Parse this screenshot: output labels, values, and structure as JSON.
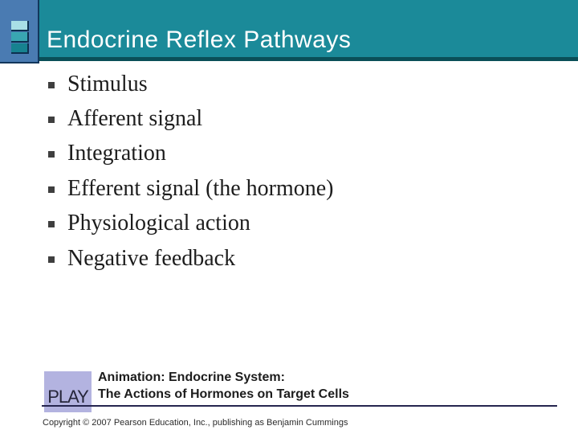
{
  "header": {
    "title": "Endocrine Reflex Pathways"
  },
  "bullets": {
    "items": [
      "Stimulus",
      "Afferent signal",
      "Integration",
      "Efferent signal (the hormone)",
      "Physiological action",
      "Negative feedback"
    ]
  },
  "animation": {
    "play_label": "PLAY",
    "line1": "Animation: Endocrine System:",
    "line2": "The Actions of Hormones on Target Cells"
  },
  "footer": {
    "copyright": "Copyright © 2007 Pearson Education, Inc., publishing as Benjamin Cummings"
  },
  "colors": {
    "header_teal": "#1b8a99",
    "header_edge": "#0a4f58",
    "corner_blue": "#4a7bb2",
    "ornament_bar_light": "#a9dfe6",
    "ornament_bar_mid": "#39a6b2",
    "ornament_bar_dark": "#178290",
    "play_button_bg": "#b3b3e0",
    "divider": "#26264f"
  }
}
